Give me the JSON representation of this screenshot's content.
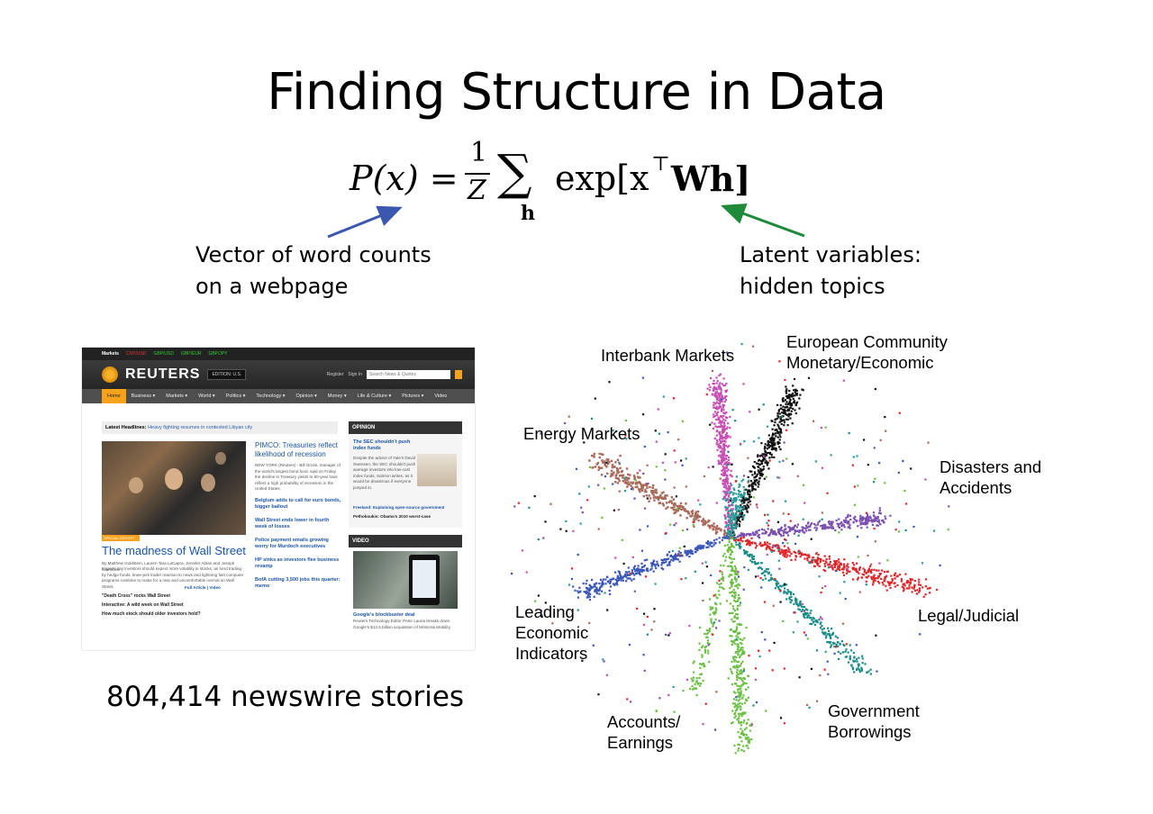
{
  "slide": {
    "title": "Finding Structure in Data",
    "formula": {
      "lhs": "P(x) =",
      "numerator": "1",
      "denominator": "Z",
      "sum": "∑",
      "sum_index": "h",
      "rhs": "exp[x",
      "transpose": "⊤",
      "rhs_end": "Wh]"
    },
    "annotation_left": [
      "Vector of word counts",
      "on a webpage"
    ],
    "annotation_right": [
      "Latent variables:",
      "hidden topics"
    ],
    "stories_caption": "804,414 newswire stories",
    "arrow_colors": {
      "left": "#3b57b0",
      "right": "#1e8a3a"
    }
  },
  "reuters": {
    "ticker": [
      "Markets",
      "CNY/USD",
      "GBP/USD",
      "GBP/EUR",
      "GBP/JPY"
    ],
    "brand": "REUTERS",
    "edition": "EDITION: U.S.",
    "header_links": [
      "Register",
      "Sign In"
    ],
    "search_placeholder": "Search News & Quotes",
    "nav": [
      "Home",
      "Business ▾",
      "Markets ▾",
      "World ▾",
      "Politics ▾",
      "Technology ▾",
      "Opinion ▾",
      "Money ▾",
      "Life & Culture ▾",
      "Pictures ▾",
      "Video"
    ],
    "latest_label": "Latest Headlines:",
    "latest_text": "Heavy fighting resumes in contested Libyan city",
    "special_report": "SPECIAL REPORT",
    "lead_headline": "The madness of Wall Street",
    "lead_byline": "By Matthew Goldstein, Lauren Tara LaCapra, Jennifer Ablan and Joseph Giannone",
    "lead_body": "Experts say investors should expect more volatility in stocks, as herd trading by hedge funds, knee-jerk trader reaction to news and lightning fast computer programs combine to make for a new and uncomfortable normal on Wall Street.",
    "lead_links": "Full Article | Video",
    "related": [
      "\"Death Cross\" rocks Wall Street",
      "Interactive: A wild week on Wall Street",
      "How much stock should older investors hold?"
    ],
    "col2_main": "PIMCO: Treasuries reflect likelihood of recession",
    "col2_body": "NEW YORK (Reuters) - Bill Gross, manager of the world's largest bond fund, said on Friday the decline in Treasury yields to 60-year lows reflect a high probability of recession in the United States.",
    "col2_items": [
      "Belgium adds to call for euro bonds, bigger bailout",
      "Wall Street ends lower in fourth week of losses",
      "Police payment emails growing worry for Murdoch executives",
      "HP sinks as investors flee business revamp",
      "BofA cutting 3,500 jobs this quarter: memo"
    ],
    "opinion_header": "OPINION",
    "opinion_title": "The SEC shouldn't push index funds",
    "opinion_body": "Despite the advice of Yale's David Swensen, the SEC shouldn't push average investors into low-cost index funds, Salmon writes, as it would be disastrous if everyone jumped in.",
    "opinion_links": [
      "Freeland: Explaining open-source government",
      "Pethokoukis: Obama's 2010 worst-case"
    ],
    "video_header": "VIDEO",
    "video_title": "Google's blockbuster deal",
    "video_body": "Reuters Technology Editor Peter Lauria breaks down Google's $12.5 billion acquisition of Motorola Mobility."
  },
  "scatter": {
    "labels": {
      "interbank": "Interbank Markets",
      "european": [
        "European Community",
        "Monetary/Economic"
      ],
      "energy": "Energy Markets",
      "disasters": [
        "Disasters and",
        "Accidents"
      ],
      "leading": [
        "Leading",
        "Economic",
        "Indicators"
      ],
      "legal": "Legal/Judicial",
      "accounts": [
        "Accounts/",
        "Earnings"
      ],
      "government": [
        "Government",
        "Borrowings"
      ]
    },
    "cluster_colors": {
      "interbank": "#c64fb4",
      "european": "#111111",
      "energy": "#a86a5a",
      "disasters": "#7a4fb0",
      "leading": "#3a56b8",
      "legal": "#e0262a",
      "accounts": "#6cbf44",
      "government": "#1a8c88",
      "center": "#2a9a9a"
    }
  }
}
